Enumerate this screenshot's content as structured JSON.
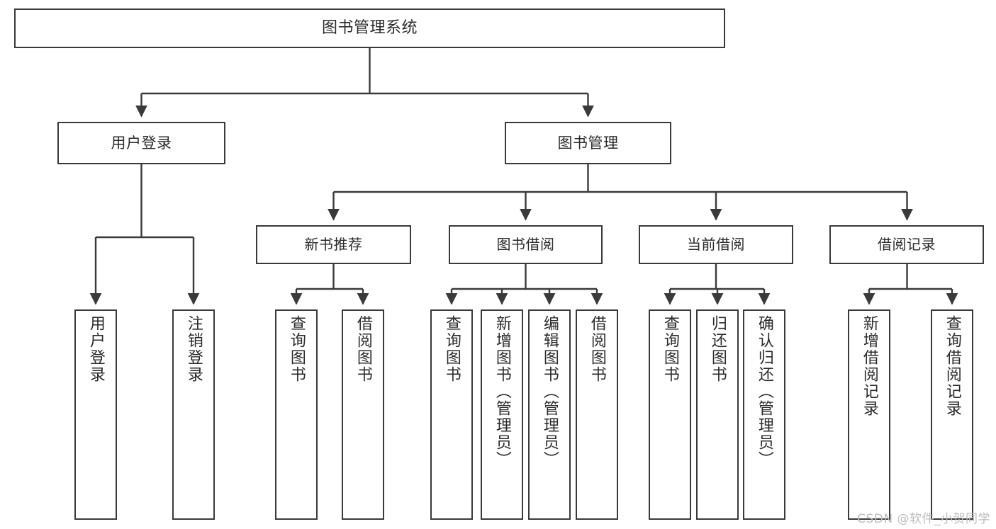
{
  "diagram": {
    "type": "tree-hierarchy",
    "title": "图书管理系统",
    "root": {
      "id": "root",
      "label": "图书管理系统"
    },
    "level1": [
      {
        "id": "user-login",
        "label": "用户登录"
      },
      {
        "id": "book-mgmt",
        "label": "图书管理"
      }
    ],
    "level2": [
      {
        "id": "new-book",
        "label": "新书推荐",
        "parent": "book-mgmt"
      },
      {
        "id": "book-borrow",
        "label": "图书借阅",
        "parent": "book-mgmt"
      },
      {
        "id": "cur-borrow",
        "label": "当前借阅",
        "parent": "book-mgmt"
      },
      {
        "id": "borrow-rec",
        "label": "借阅记录",
        "parent": "book-mgmt"
      }
    ],
    "leaves": [
      {
        "id": "leaf-1",
        "label": "用户登录",
        "parent": "user-login"
      },
      {
        "id": "leaf-2",
        "label": "注销登录",
        "parent": "user-login"
      },
      {
        "id": "leaf-3",
        "label": "查询图书",
        "parent": "new-book"
      },
      {
        "id": "leaf-4",
        "label": "借阅图书",
        "parent": "new-book"
      },
      {
        "id": "leaf-5",
        "label": "查询图书",
        "parent": "book-borrow"
      },
      {
        "id": "leaf-6",
        "label": "新增图书（管理员）",
        "parent": "book-borrow"
      },
      {
        "id": "leaf-7",
        "label": "编辑图书（管理员）",
        "parent": "book-borrow"
      },
      {
        "id": "leaf-8",
        "label": "借阅图书",
        "parent": "book-borrow"
      },
      {
        "id": "leaf-9",
        "label": "查询图书",
        "parent": "cur-borrow"
      },
      {
        "id": "leaf-10",
        "label": "归还图书",
        "parent": "cur-borrow"
      },
      {
        "id": "leaf-11",
        "label": "确认归还（管理员）",
        "parent": "cur-borrow"
      },
      {
        "id": "leaf-12",
        "label": "新增借阅记录",
        "parent": "borrow-rec"
      },
      {
        "id": "leaf-13",
        "label": "查询借阅记录",
        "parent": "borrow-rec"
      }
    ],
    "colors": {
      "background": "#ffffff",
      "box_fill": "#ffffff",
      "box_stroke": "#3a3a3a",
      "connector": "#3a3a3a",
      "text": "#2b2b2b",
      "watermark": "#bdbdbd"
    }
  },
  "watermark": {
    "text": "CSDN @软件_小贺同学"
  }
}
